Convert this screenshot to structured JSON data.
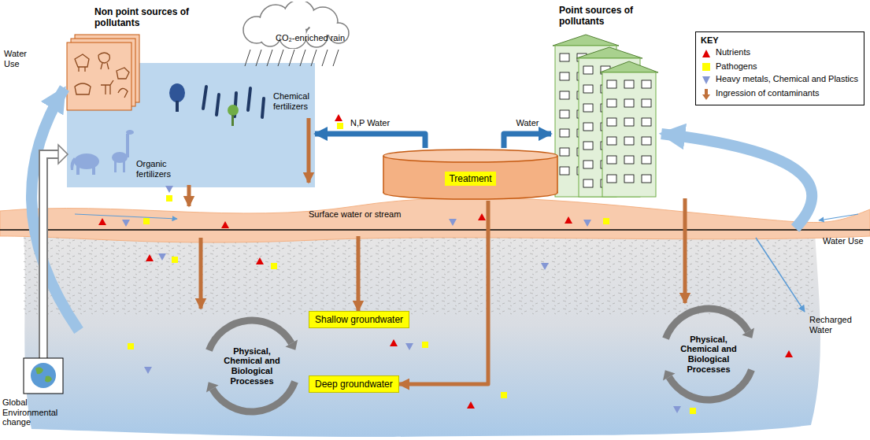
{
  "diagram": {
    "nodes": [
      {
        "text": [
          "Non point sources of pollutants",
          "Chemical fertilizers",
          "Organic fertilizers"
        ]
      },
      {
        "text": [
          "CO₂-enriched rain"
        ]
      },
      {
        "text": [
          "Treatment"
        ]
      },
      {
        "text": [
          "Point sources of pollutants"
        ]
      },
      {
        "text": [
          "Surface water or stream"
        ]
      },
      {
        "text": [
          "Shallow groundwater"
        ]
      },
      {
        "text": [
          "Deep groundwater"
        ]
      },
      {
        "text": [
          "Physical, Chemical and Biological Processes"
        ]
      },
      {
        "text": [
          "Physical, Chemical and Biological Processes"
        ]
      }
    ],
    "edges": [
      {
        "from": 2,
        "to": 0,
        "label": "N,P Water",
        "arrow": "to"
      },
      {
        "from": 2,
        "to": 3,
        "label": "Water",
        "arrow": "to"
      },
      {
        "from": 0,
        "to": 4,
        "arrow": "to"
      },
      {
        "from": 4,
        "to": 5,
        "arrow": "to"
      },
      {
        "from": 2,
        "to": 6,
        "arrow": "to"
      },
      {
        "from": 3,
        "to": 8,
        "arrow": "to"
      }
    ],
    "labels": [
      "KEY",
      "Water Use",
      "Water Use",
      "Recharged Water",
      "Global Environmental change"
    ],
    "legend": [
      {
        "text": "Nutrients"
      },
      {
        "text": "Pathogens",
        "color": "#ffff00"
      },
      {
        "text": "Heavy metals, Chemical and Plastics"
      },
      {
        "text": "Ingression of contaminants"
      }
    ]
  }
}
